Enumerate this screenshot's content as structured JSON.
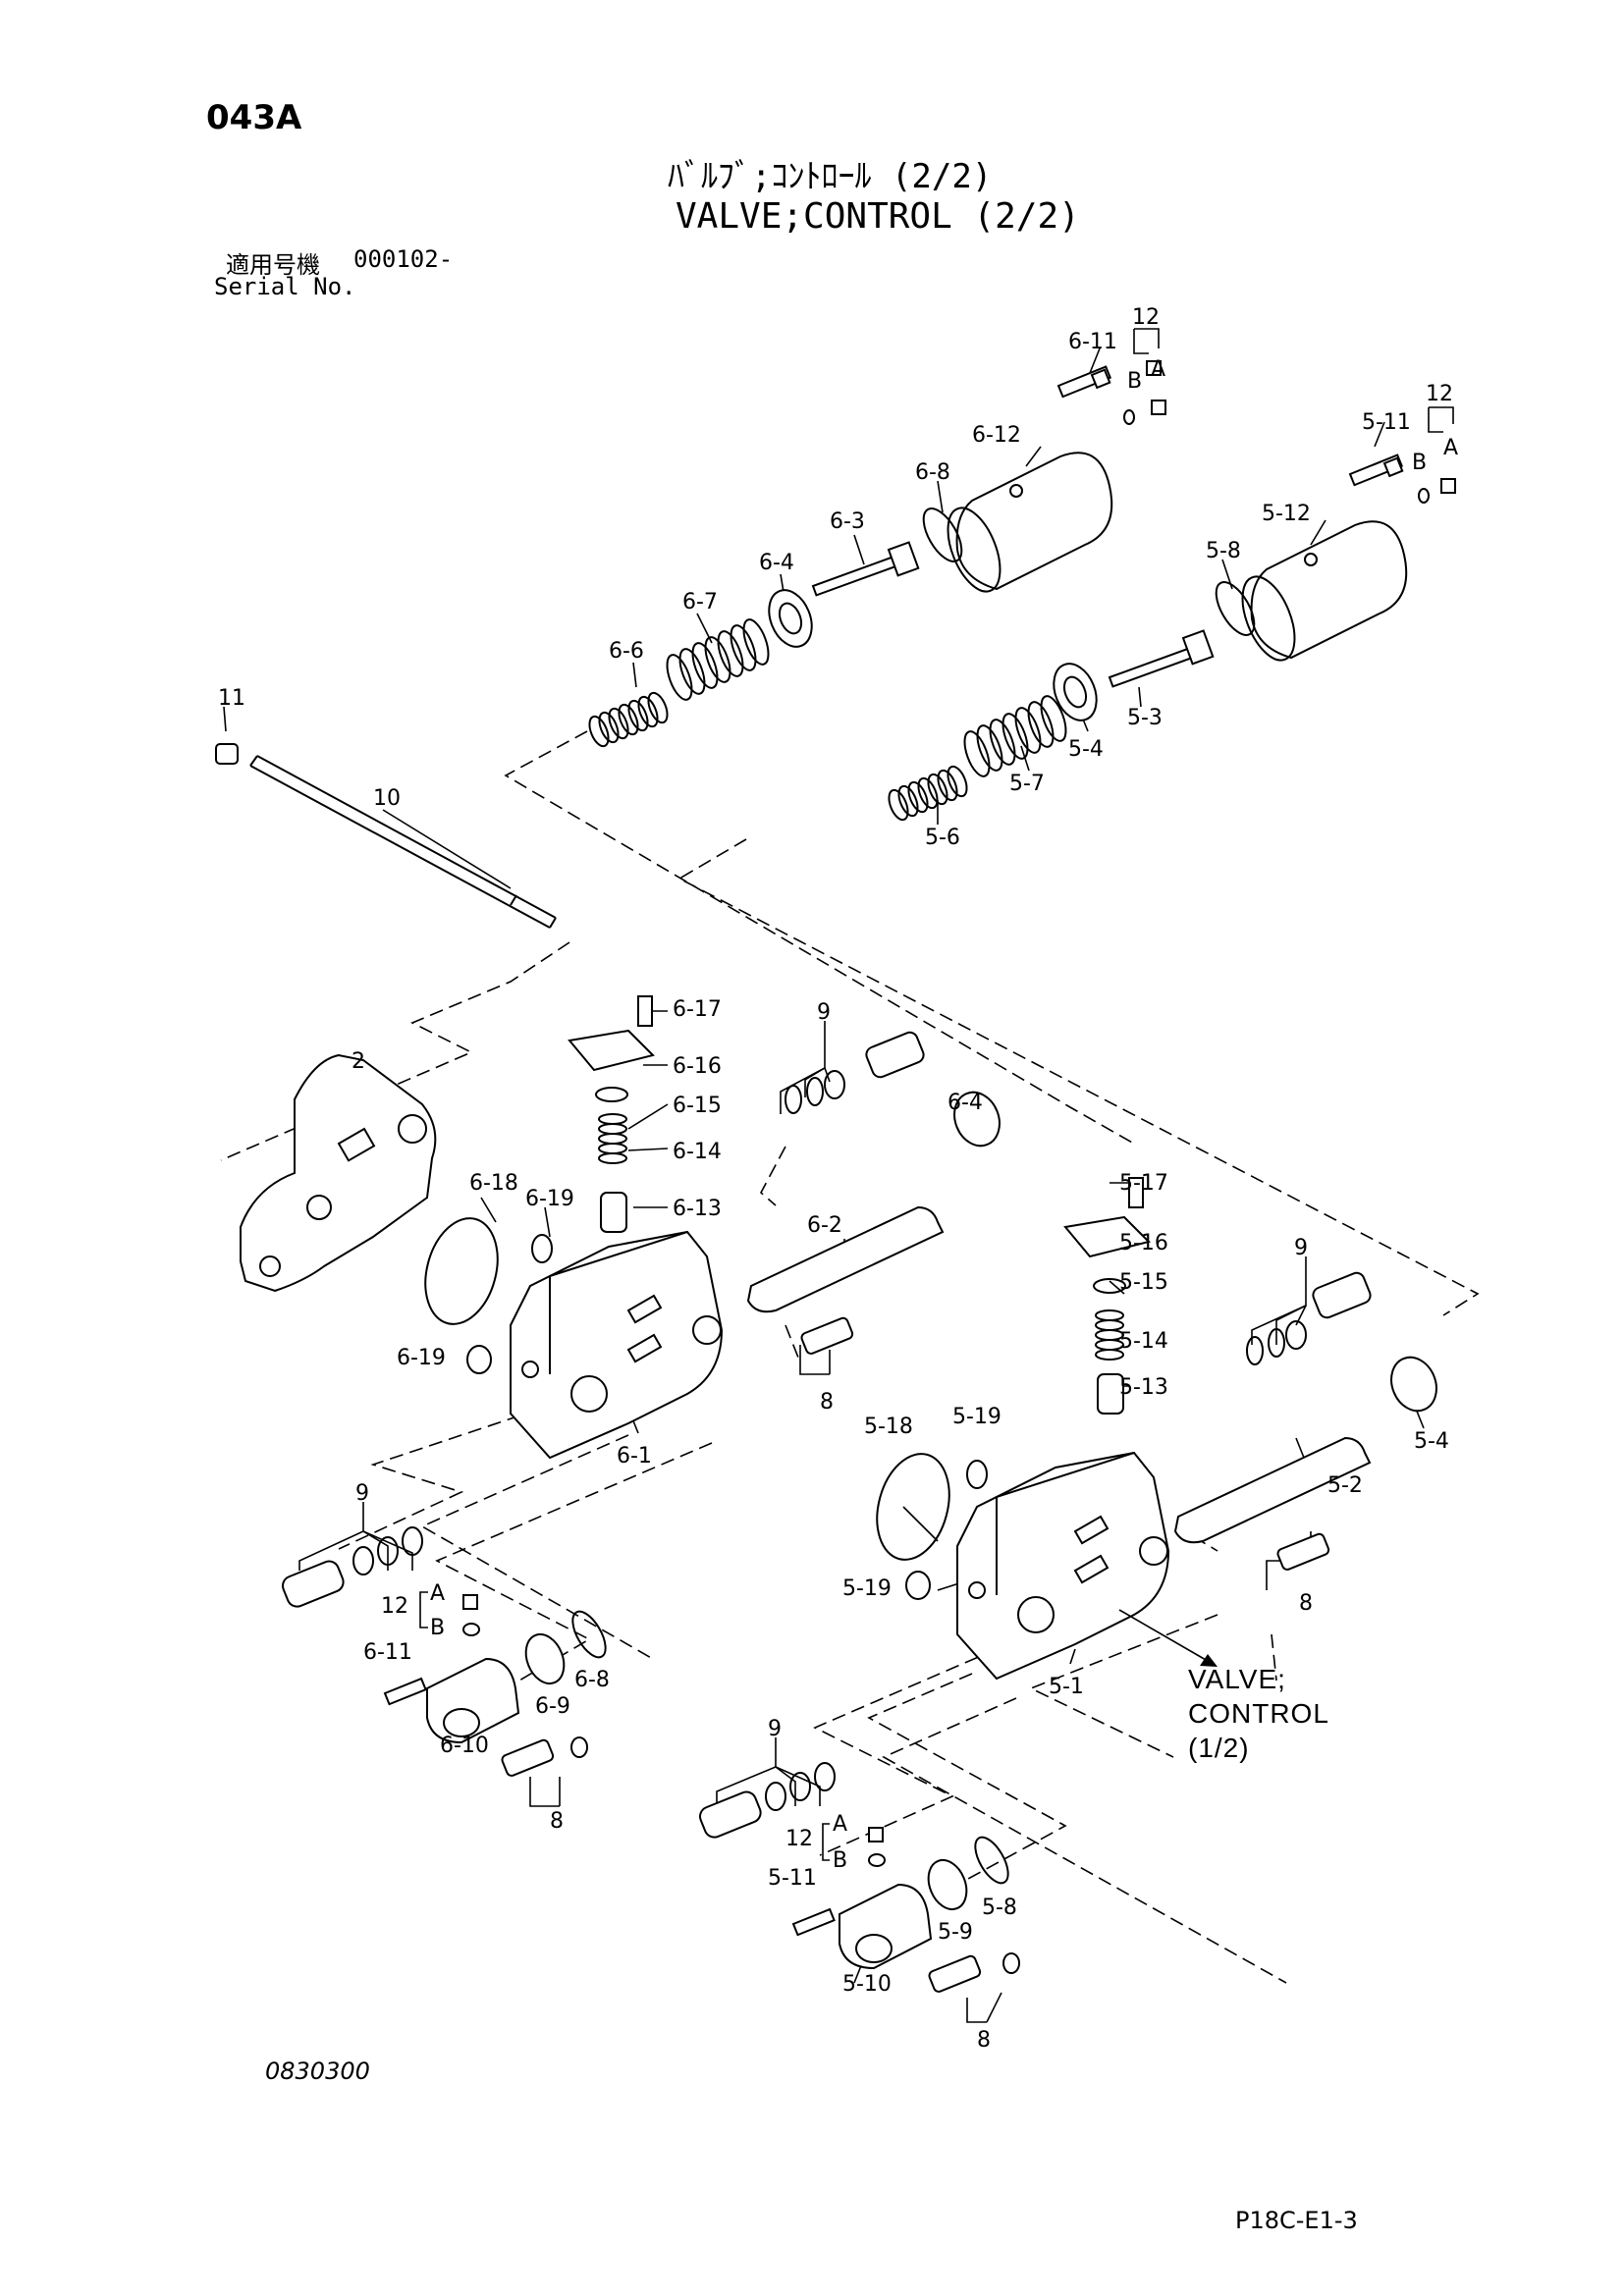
{
  "header": {
    "page_code": "043A",
    "title_jp": "ﾊﾞﾙﾌﾞ;ｺﾝﾄﾛｰﾙ (2/2)",
    "title_en": "VALVE;CONTROL (2/2)",
    "serial_label_jp": "適用号機",
    "serial_value": "000102-",
    "serial_label_en": "Serial No."
  },
  "footer": {
    "drawing_no": "0830300",
    "page_ref": "P18C-E1-3"
  },
  "callouts": {
    "c_2": "2",
    "c_8a": "8",
    "c_8b": "8",
    "c_8c": "8",
    "c_8d": "8",
    "c_9a": "9",
    "c_9b": "9",
    "c_9c": "9",
    "c_9d": "9",
    "c_10": "10",
    "c_11": "11",
    "c_12a": "12",
    "c_12b": "12",
    "c_12c": "12",
    "c_12d": "12",
    "A1": "A",
    "B1": "B",
    "A2": "A",
    "B2": "B",
    "A3": "A",
    "B3": "B",
    "A4": "A",
    "B4": "B",
    "c_5_1": "5-1",
    "c_5_2": "5-2",
    "c_5_3": "5-3",
    "c_5_4a": "5-4",
    "c_5_4b": "5-4",
    "c_5_6": "5-6",
    "c_5_7": "5-7",
    "c_5_8a": "5-8",
    "c_5_8b": "5-8",
    "c_5_9": "5-9",
    "c_5_10": "5-10",
    "c_5_11a": "5-11",
    "c_5_11b": "5-11",
    "c_5_12": "5-12",
    "c_5_13": "5-13",
    "c_5_14": "5-14",
    "c_5_15": "5-15",
    "c_5_16": "5-16",
    "c_5_17": "5-17",
    "c_5_18": "5-18",
    "c_5_19a": "5-19",
    "c_5_19b": "5-19",
    "c_6_1": "6-1",
    "c_6_2": "6-2",
    "c_6_3": "6-3",
    "c_6_4a": "6-4",
    "c_6_4b": "6-4",
    "c_6_6": "6-6",
    "c_6_7": "6-7",
    "c_6_8a": "6-8",
    "c_6_8b": "6-8",
    "c_6_9": "6-9",
    "c_6_10": "6-10",
    "c_6_11a": "6-11",
    "c_6_11b": "6-11",
    "c_6_12": "6-12",
    "c_6_13": "6-13",
    "c_6_14": "6-14",
    "c_6_15": "6-15",
    "c_6_16": "6-16",
    "c_6_17": "6-17",
    "c_6_18": "6-18",
    "c_6_19a": "6-19",
    "c_6_19b": "6-19"
  },
  "reference": {
    "line1": "VALVE;",
    "line2": "CONTROL",
    "line3": "(1/2)"
  }
}
